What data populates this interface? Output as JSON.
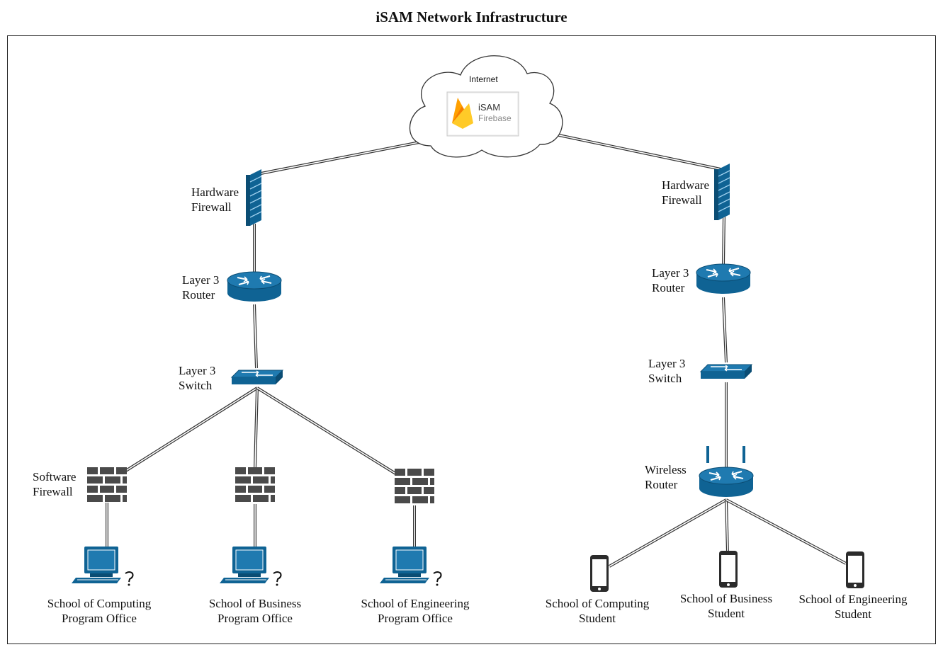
{
  "title": "iSAM Network Infrastructure",
  "cloud": {
    "label": "Internet",
    "service_name": "iSAM",
    "service_platform": "Firebase",
    "service_icon": "firebase-flame-icon"
  },
  "left_branch": {
    "firewall": [
      "Hardware",
      "Firewall"
    ],
    "router": [
      "Layer 3",
      "Router"
    ],
    "switch": [
      "Layer 3",
      "Switch"
    ],
    "software_firewall": [
      "Software",
      "Firewall"
    ],
    "offices": [
      [
        "School of Computing",
        "Program Office"
      ],
      [
        "School of Business",
        "Program Office"
      ],
      [
        "School of Engineering",
        "Program Office"
      ]
    ]
  },
  "right_branch": {
    "firewall": [
      "Hardware",
      "Firewall"
    ],
    "router": [
      "Layer 3",
      "Router"
    ],
    "switch": [
      "Layer 3",
      "Switch"
    ],
    "wireless": [
      "Wireless",
      "Router"
    ],
    "students": [
      [
        "School of Computing",
        "Student"
      ],
      [
        "School of Business",
        "Student"
      ],
      [
        "School of Engineering",
        "Student"
      ]
    ]
  },
  "colors": {
    "device_blue": "#0f6394",
    "brick": "#4a4a4a",
    "line": "#333333"
  }
}
